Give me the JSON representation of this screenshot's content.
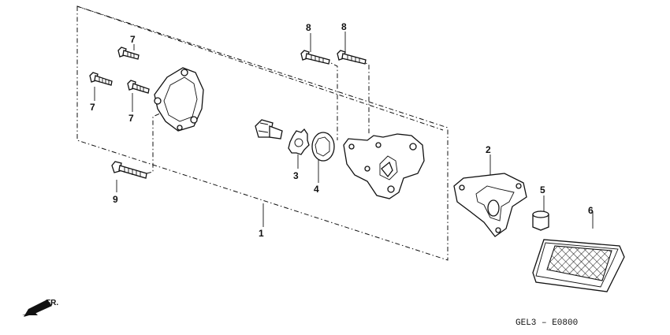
{
  "callouts": {
    "c1": "1",
    "c2": "2",
    "c3": "3",
    "c4": "4",
    "c5": "5",
    "c6": "6",
    "c7a": "7",
    "c7b": "7",
    "c7c": "7",
    "c8a": "8",
    "c8b": "8",
    "c9": "9"
  },
  "direction_label": "FR.",
  "diagram_code": "GEL3 – E0800"
}
